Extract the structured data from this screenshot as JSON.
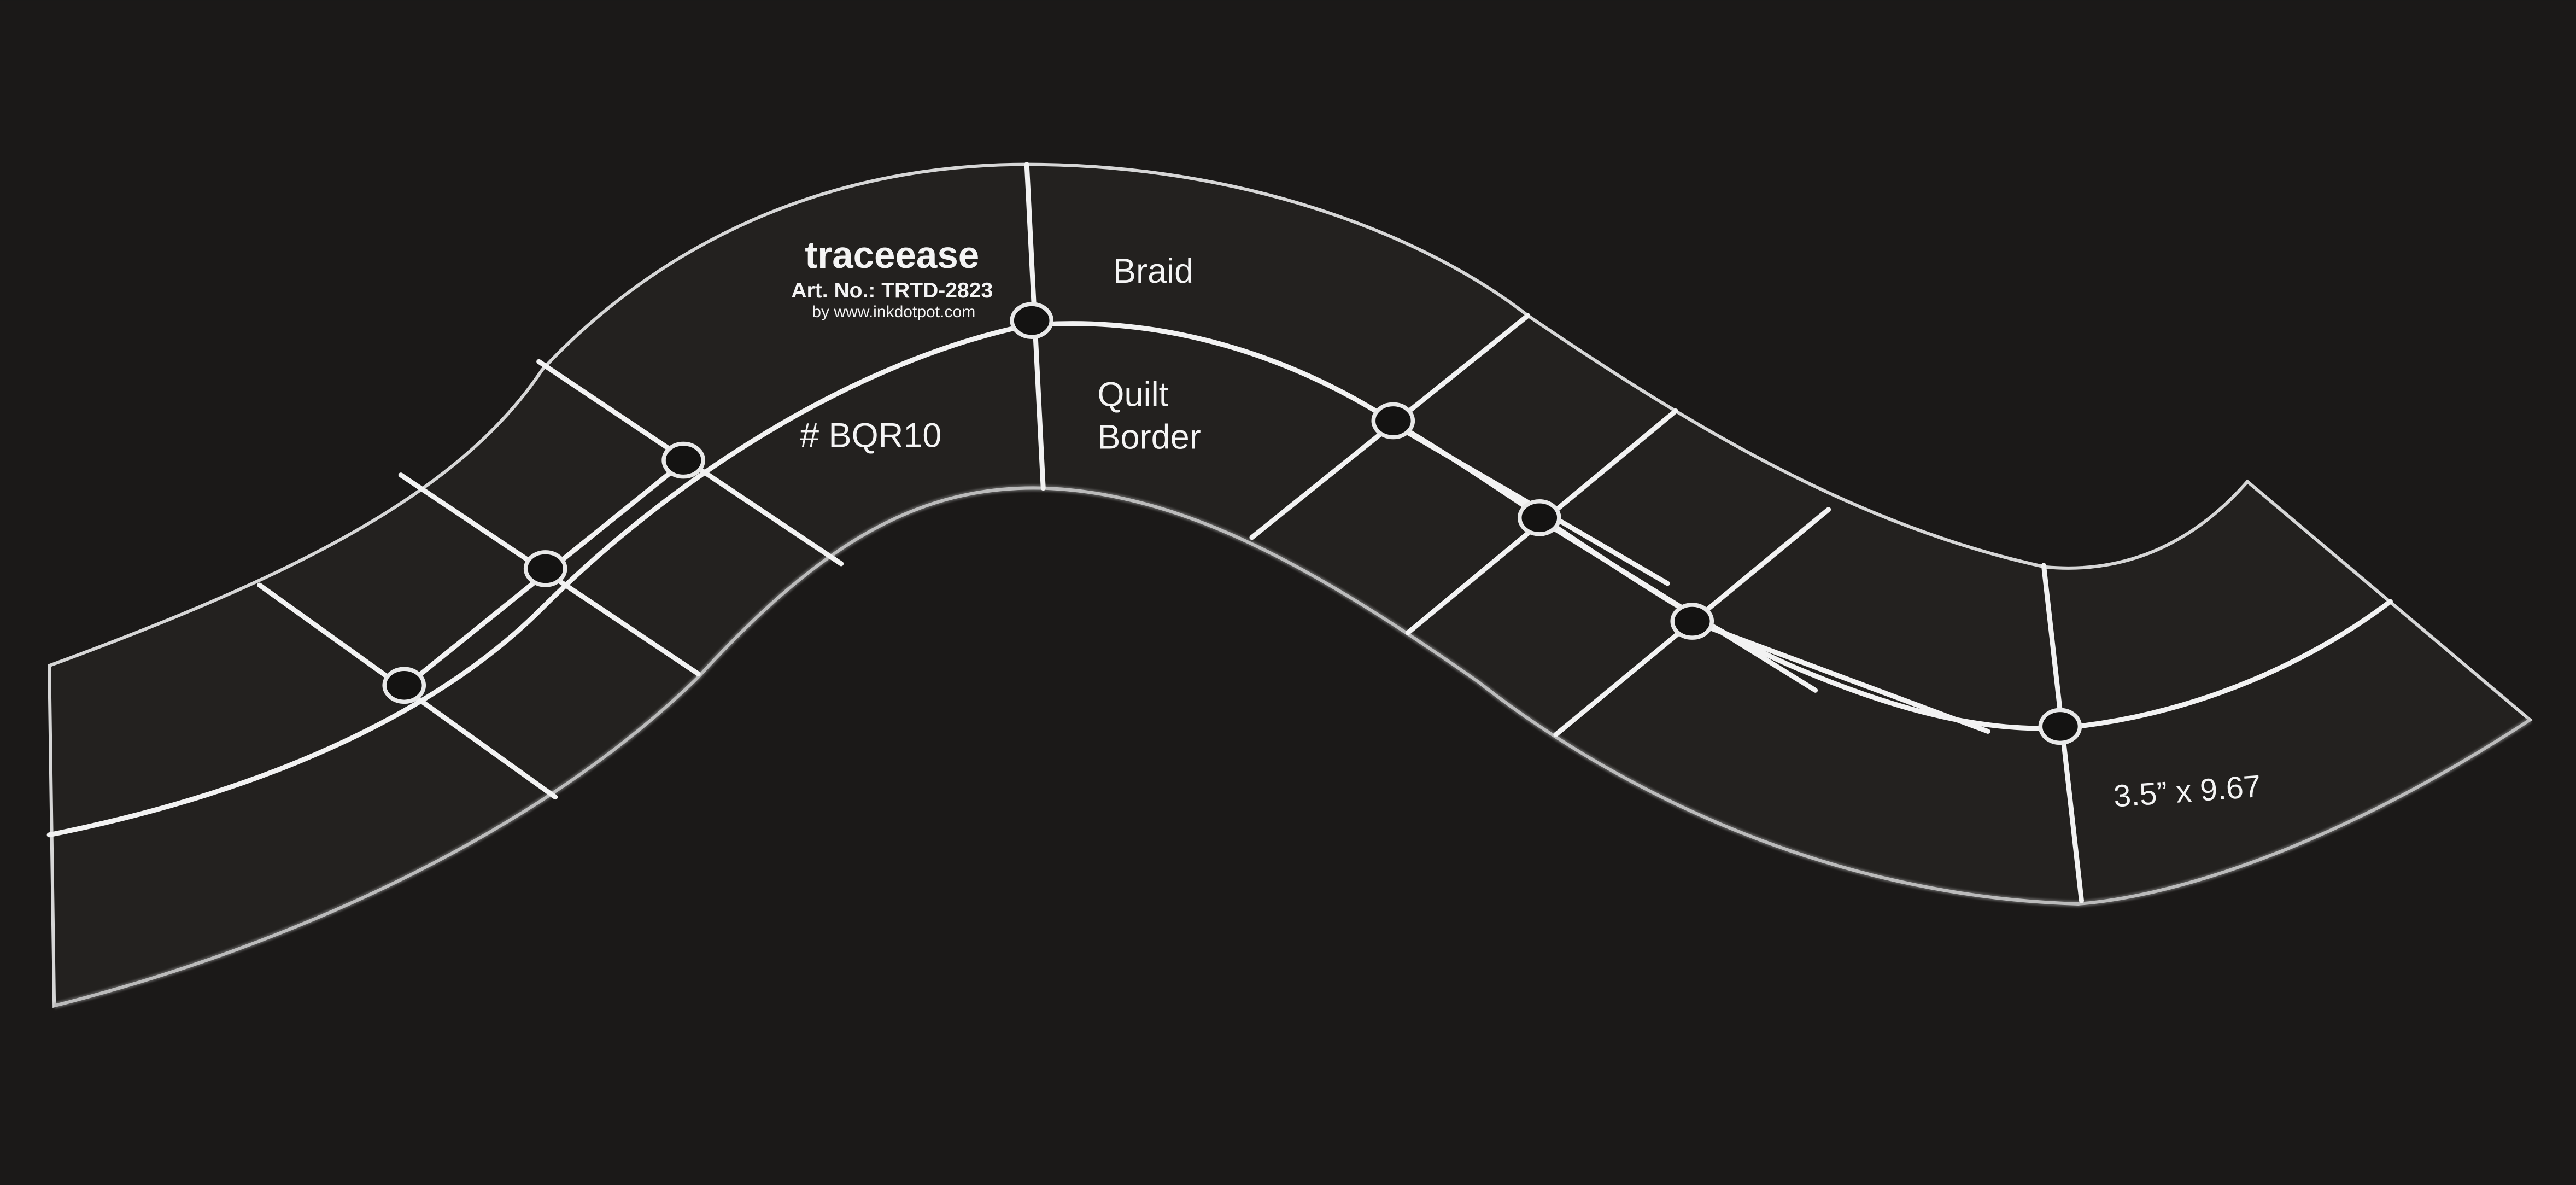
{
  "colors": {
    "background": "#1b1918",
    "acrylic_tint": "#2b2928",
    "acrylic_edge": "#d8d8d8",
    "engraving": "#f2f2f2"
  },
  "template": {
    "brand": "traceease",
    "art_number": "Art. No.: TRTD-2823",
    "website": "by www.inkdotpot.com",
    "pattern_name": "Braid",
    "pattern_code": "# BQR10",
    "use_line1": "Quilt",
    "use_line2": "Border",
    "dimensions": "3.5” x 9.67"
  }
}
